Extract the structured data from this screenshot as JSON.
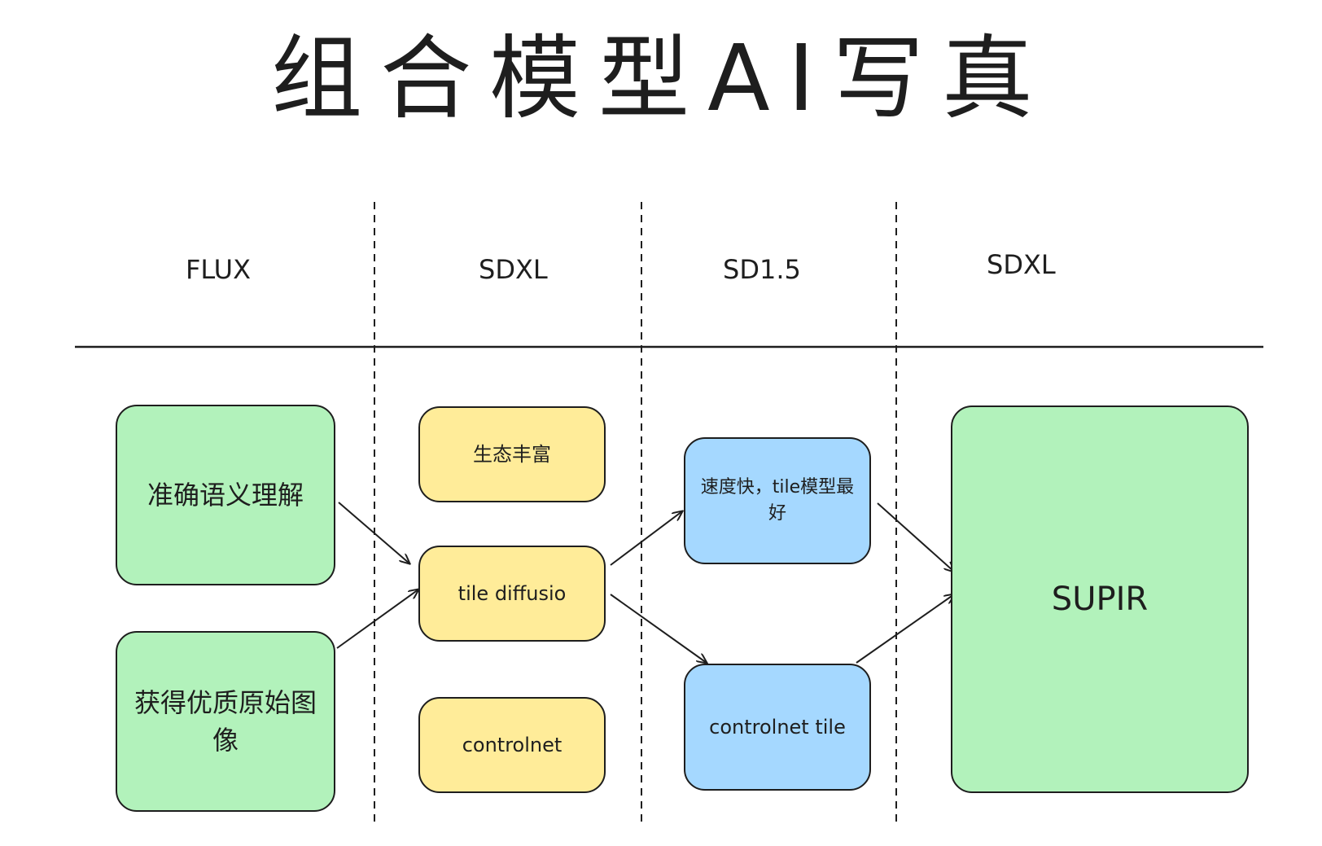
{
  "title": "组合模型AI写真",
  "columns": [
    {
      "label": "FLUX"
    },
    {
      "label": "SDXL"
    },
    {
      "label": "SD1.5"
    },
    {
      "label": "SDXL"
    }
  ],
  "boxes": {
    "flux_semantic": "准确语义理解",
    "flux_image": "获得优质原始图像",
    "sdxl_ecosystem": "生态丰富",
    "sdxl_tile": "tile diffusio",
    "sdxl_controlnet": "controlnet",
    "sd15_speed": "速度快，tile模型最好",
    "sd15_controlnet": "controlnet tile",
    "supir": "SUPIR"
  },
  "colors": {
    "green": "#b2f2bb",
    "yellow": "#ffec99",
    "blue": "#a5d8ff",
    "stroke": "#1e1e1e"
  }
}
